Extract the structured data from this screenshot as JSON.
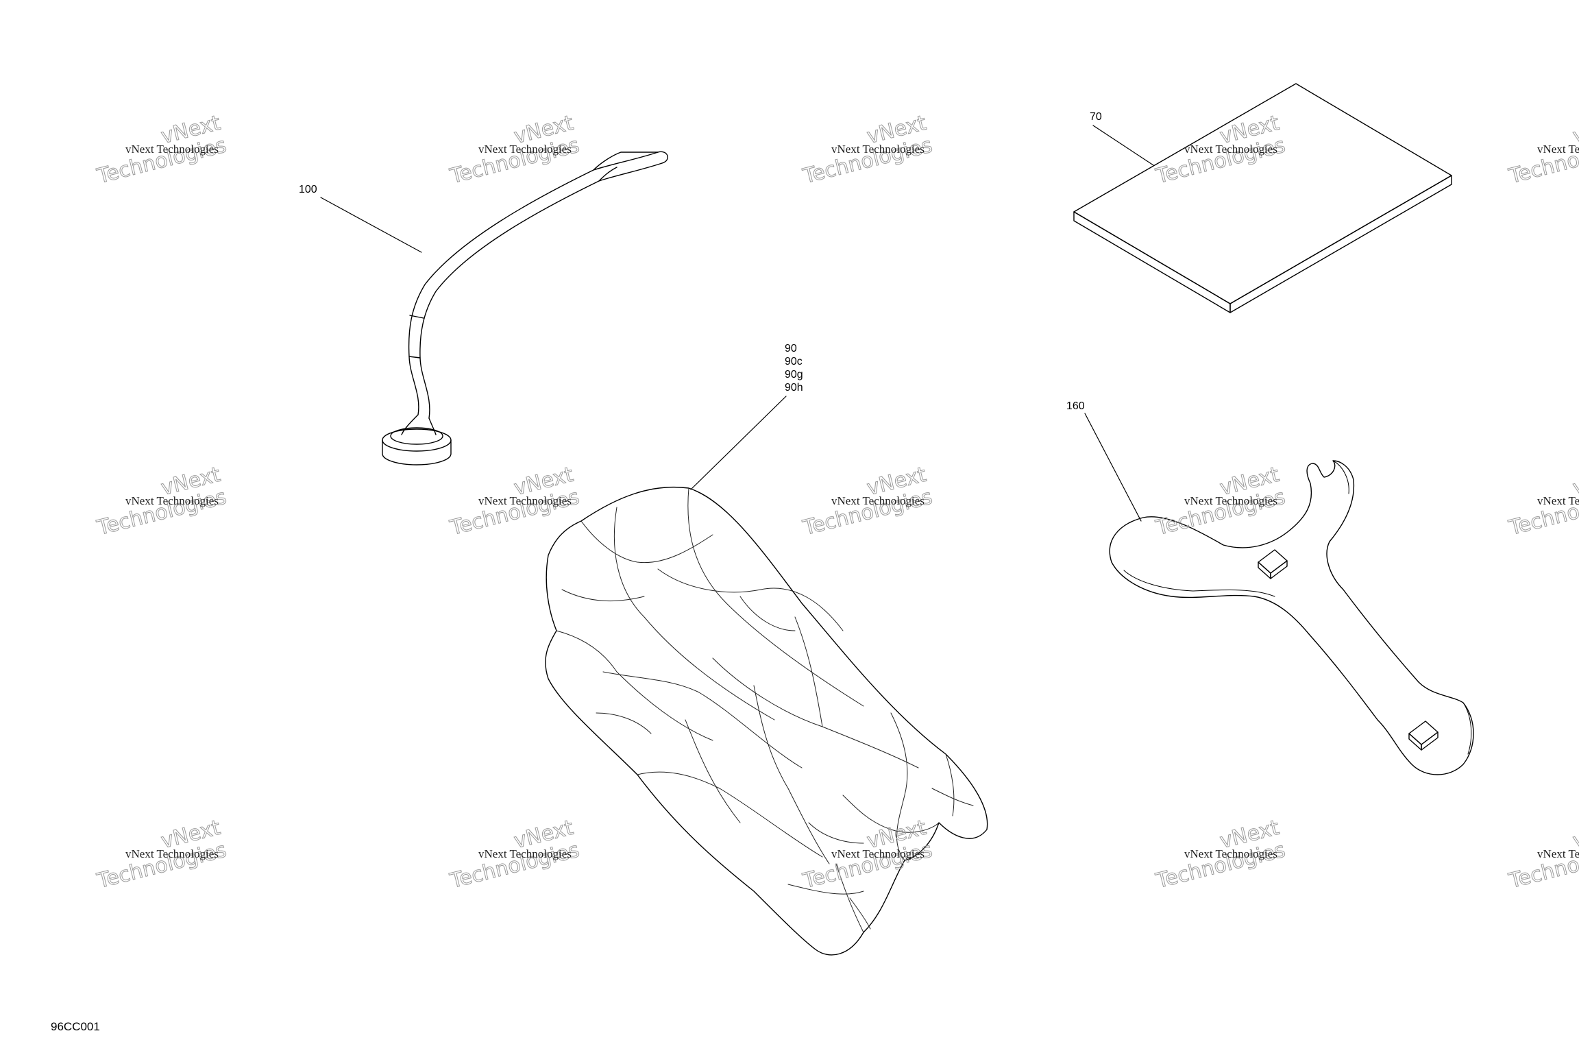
{
  "diagram": {
    "drawing_code": "96CC001",
    "callouts": {
      "c70": "70",
      "c100": "100",
      "c160": "160",
      "c90": [
        "90",
        "90c",
        "90g",
        "90h"
      ]
    },
    "watermark": {
      "line1": "vNext Technologies",
      "big1": "vNext",
      "big2": "Technologies"
    }
  }
}
